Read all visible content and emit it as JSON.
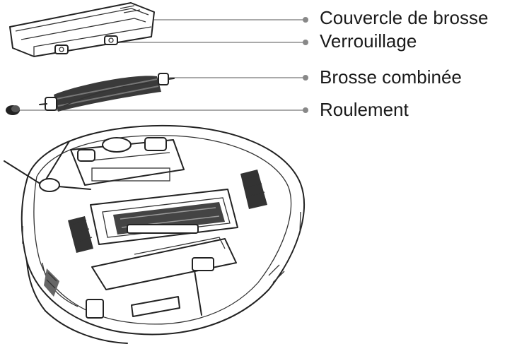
{
  "diagram": {
    "labels": [
      {
        "id": "brush-cover",
        "text": "Couvercle de brosse"
      },
      {
        "id": "lock",
        "text": "Verrouillage"
      },
      {
        "id": "combo-brush",
        "text": "Brosse combinée"
      },
      {
        "id": "bearing",
        "text": "Roulement"
      }
    ]
  }
}
